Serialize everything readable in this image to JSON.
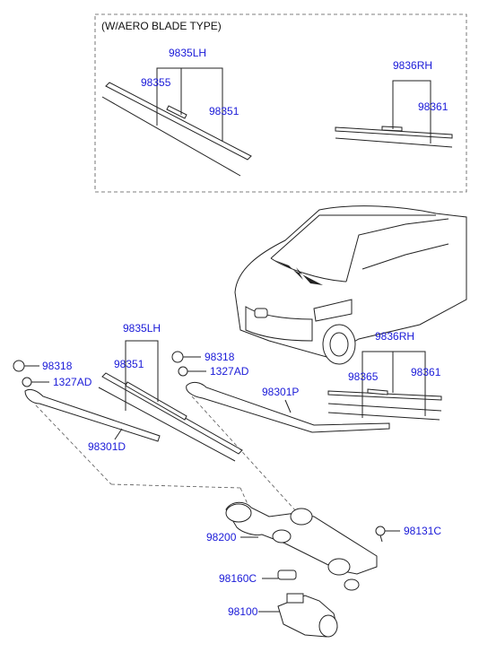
{
  "diagram": {
    "box_title": "(W/AERO BLADE TYPE)",
    "labels": {
      "aero_lh_assy": "9835LH",
      "aero_lh_a": "98355",
      "aero_lh_b": "98351",
      "aero_rh_assy": "9836RH",
      "aero_rh_a": "98361",
      "std_lh_assy": "9835LH",
      "std_lh_refill": "98351",
      "cap_left": "98318",
      "nut_left": "1327AD",
      "arm_left": "98301D",
      "cap_right": "98318",
      "nut_right": "1327AD",
      "arm_right": "98301P",
      "std_rh_assy": "9836RH",
      "std_rh_a": "98365",
      "std_rh_b": "98361",
      "linkage": "98200",
      "bolt": "98131C",
      "bushing": "98160C",
      "motor": "98100"
    }
  }
}
